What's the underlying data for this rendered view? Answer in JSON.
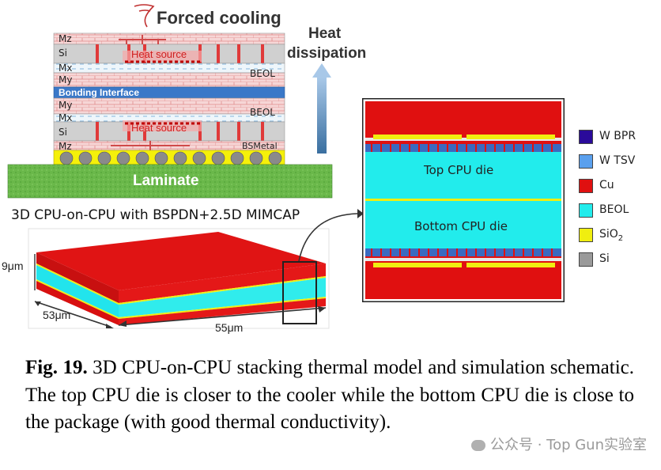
{
  "stack": {
    "forced_cooling": "Forced cooling",
    "heat_dissipation_line1": "Heat",
    "heat_dissipation_line2": "dissipation",
    "layers": {
      "mz_top": "Mz",
      "si_top": "Si",
      "heat_source_top": "Heat source",
      "mx_top": "Mx",
      "my_top": "My",
      "beol_top": "BEOL",
      "bonding": "Bonding Interface",
      "my_bottom": "My",
      "mx_bottom": "Mx",
      "beol_bottom": "BEOL",
      "si_bottom": "Si",
      "heat_source_bottom": "Heat source",
      "mz_bottom": "Mz",
      "bsmetal": "BSMetal",
      "laminate": "Laminate"
    }
  },
  "model3d": {
    "title": "3D CPU-on-CPU with BSPDN+2.5D MIMCAP",
    "dim_height": "9μm",
    "dim_depth": "53μm",
    "dim_width": "55μm"
  },
  "zoom": {
    "top_die": "Top CPU die",
    "bottom_die": "Bottom CPU die"
  },
  "legend": [
    {
      "label": "W BPR",
      "color": "#2a0a9a"
    },
    {
      "label": "W TSV",
      "color": "#5aa0ee"
    },
    {
      "label": "Cu",
      "color": "#e01010"
    },
    {
      "label": "BEOL",
      "color": "#22ecec"
    },
    {
      "label": "SiO",
      "sub": "2",
      "color": "#f0ee10"
    },
    {
      "label": "Si",
      "color": "#9a9a9a"
    }
  ],
  "caption": {
    "fig": "Fig. 19.",
    "text": " 3D CPU-on-CPU stacking thermal model and simulation schematic. The top CPU die is closer to the cooler while the bottom CPU die is close to the package (with good thermal conductivity)."
  },
  "watermark": "公众号 · Top Gun实验室"
}
